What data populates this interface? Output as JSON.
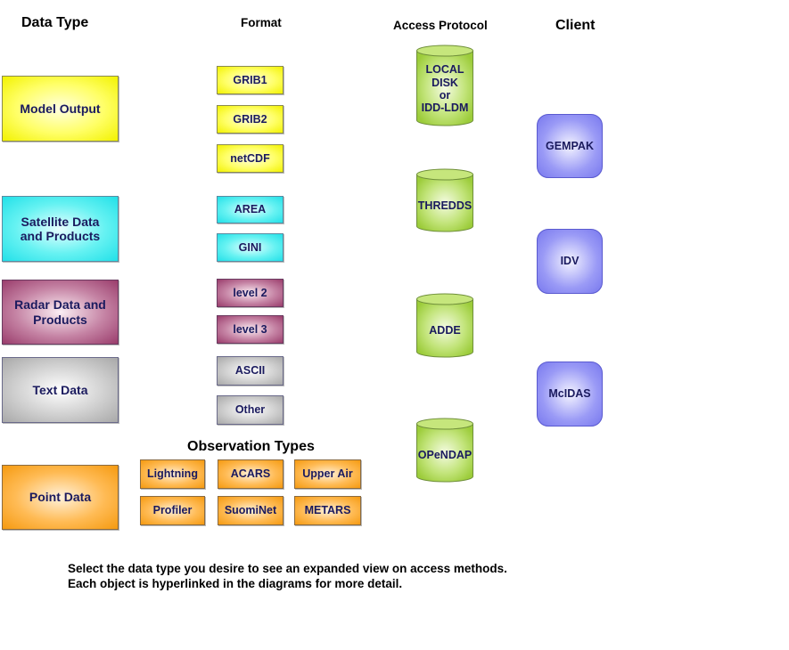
{
  "headers": {
    "data_type": "Data Type",
    "format": "Format",
    "access_protocol": "Access Protocol",
    "client": "Client",
    "observation_types": "Observation Types"
  },
  "data_types": [
    {
      "label": "Model Output",
      "color": "#ffff66"
    },
    {
      "label": "Satellite Data and Products",
      "color": "#66f2f2"
    },
    {
      "label": "Radar Data and Products",
      "color": "#b0658a"
    },
    {
      "label": "Text Data",
      "color": "#c8c8c8"
    },
    {
      "label": "Point Data",
      "color": "#ffaa33"
    }
  ],
  "formats": [
    {
      "label": "GRIB1",
      "group": "Model Output"
    },
    {
      "label": "GRIB2",
      "group": "Model Output"
    },
    {
      "label": "netCDF",
      "group": "Model Output"
    },
    {
      "label": "AREA",
      "group": "Satellite Data and Products"
    },
    {
      "label": "GINI",
      "group": "Satellite Data and Products"
    },
    {
      "label": "level 2",
      "group": "Radar Data and Products"
    },
    {
      "label": "level 3",
      "group": "Radar Data and Products"
    },
    {
      "label": "ASCII",
      "group": "Text Data"
    },
    {
      "label": "Other",
      "group": "Text Data"
    }
  ],
  "observation_types": [
    "Lightning",
    "ACARS",
    "Upper Air",
    "Profiler",
    "SuomiNet",
    "METARS"
  ],
  "access_protocols": [
    {
      "line1": "LOCAL",
      "line2": "DISK",
      "line3": "or",
      "line4": "IDD-LDM"
    },
    {
      "label": "THREDDS"
    },
    {
      "label": "ADDE"
    },
    {
      "label": "OPeNDAP"
    }
  ],
  "clients": [
    "GEMPAK",
    "IDV",
    "McIDAS"
  ],
  "colors": {
    "label_text": "#1a1a5e",
    "cylinder": "#b5e061",
    "client": "#8c8cf4"
  },
  "instructions": {
    "line1": "Select the data type you desire to see an expanded view on access methods.",
    "line2": "Each object is hyperlinked in the diagrams for more detail."
  }
}
